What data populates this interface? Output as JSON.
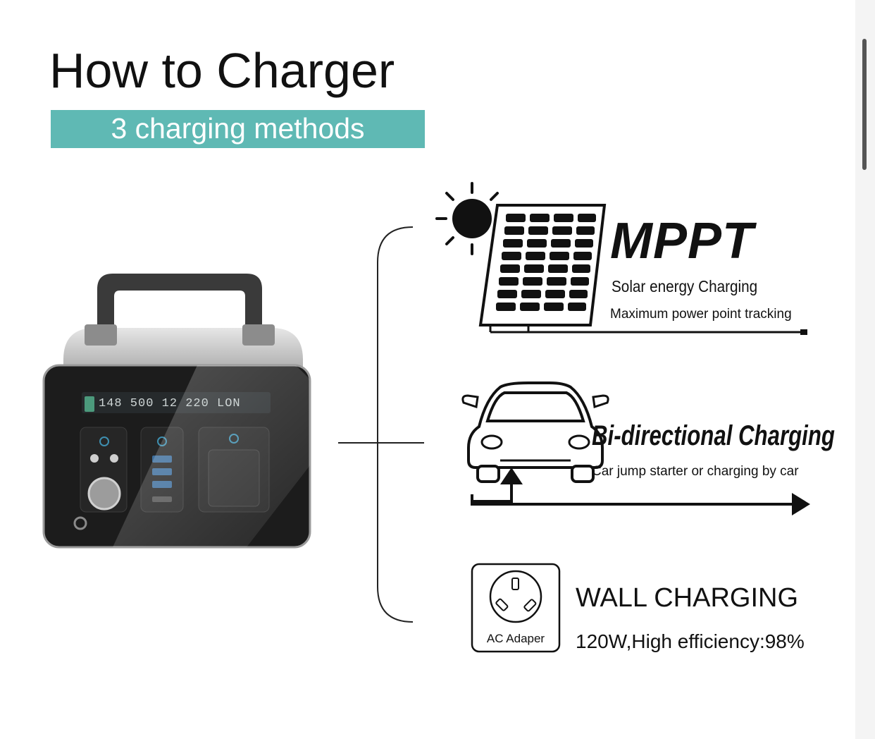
{
  "header": {
    "title": "How to Charger",
    "subtitle": "3 charging methods"
  },
  "colors": {
    "banner": "#5fb9b4",
    "text": "#111111",
    "device_body": "#1c1c1c"
  },
  "device": {
    "lcd_readout": "148 500 12 220 LON"
  },
  "methods": [
    {
      "icon": "solar-panel-icon",
      "title": "MPPT",
      "subtitle": "Solar energy Charging",
      "description": "Maximum power point tracking"
    },
    {
      "icon": "car-icon",
      "title": "Bi-directional Charging",
      "description": "Car jump starter or charging by car"
    },
    {
      "icon": "wall-outlet-icon",
      "icon_label": "AC Adaper",
      "title": "WALL CHARGING",
      "description": "120W,High efficiency:98%"
    }
  ]
}
